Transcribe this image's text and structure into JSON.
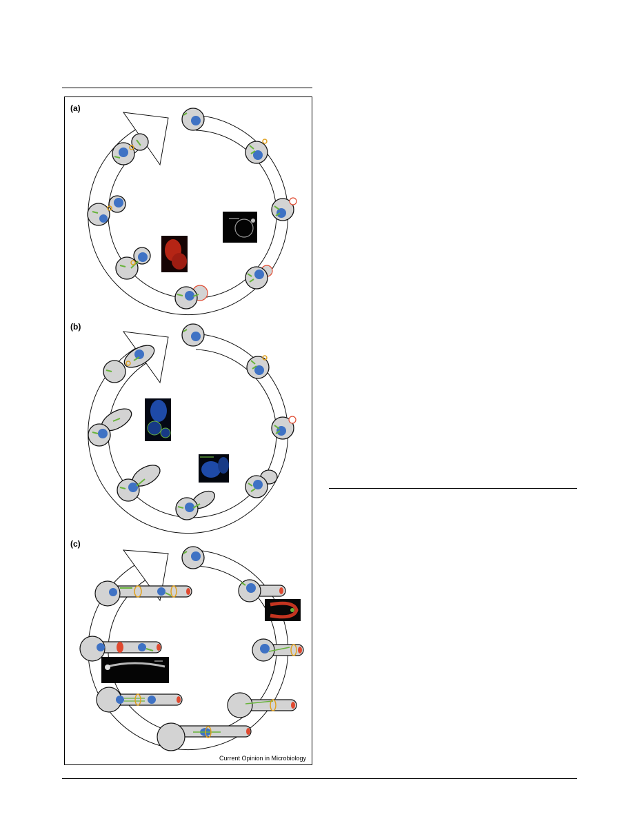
{
  "figure": {
    "panels": [
      {
        "label": "(a)"
      },
      {
        "label": "(b)"
      },
      {
        "label": "(c)"
      }
    ],
    "credit": "Current Opinion in Microbiology"
  },
  "colors": {
    "cell_fill": "#d3d3d3",
    "nucleus": "#3f72c4",
    "microtubule": "#68b33b",
    "septin_ring": "#e0a11e",
    "polarisome": "#e0492f",
    "outline": "#111111"
  },
  "icons": [
    "cycle-arrow-icon",
    "cell-icon",
    "nucleus-icon",
    "septin-ring-icon",
    "micrograph-icon"
  ]
}
